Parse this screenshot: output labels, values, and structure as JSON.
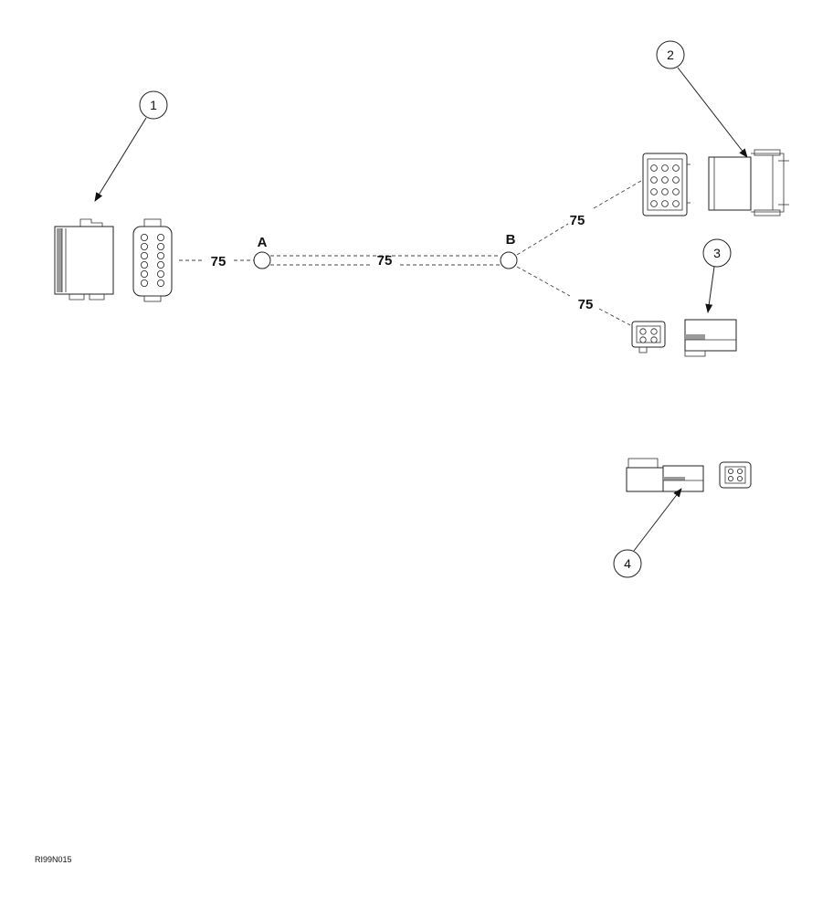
{
  "callouts": [
    {
      "number": "1"
    },
    {
      "number": "2"
    },
    {
      "number": "3"
    },
    {
      "number": "4"
    }
  ],
  "splices": [
    {
      "letter": "A"
    },
    {
      "letter": "B"
    }
  ],
  "wire_labels": [
    {
      "text": "75"
    },
    {
      "text": "75"
    },
    {
      "text": "75"
    },
    {
      "text": "75"
    }
  ],
  "figure_code": "RI99N015"
}
